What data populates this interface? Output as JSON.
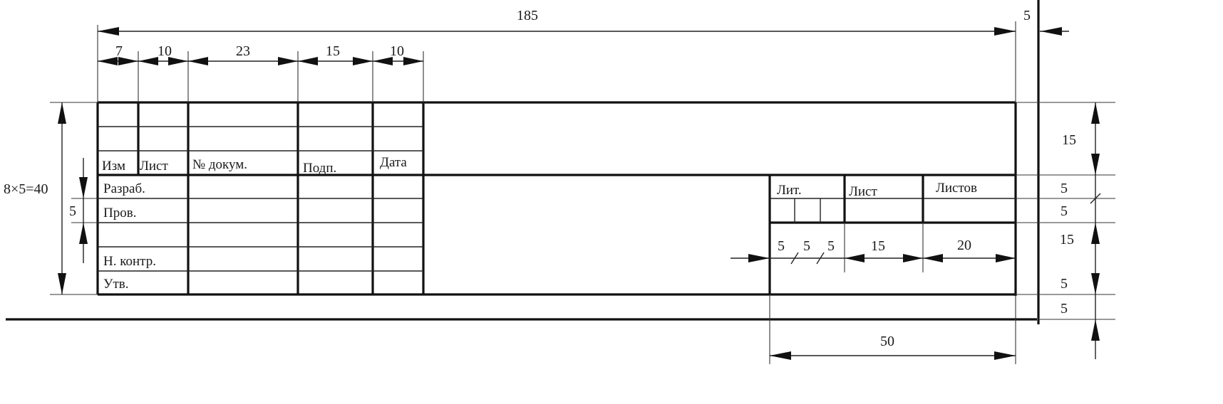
{
  "cells": {
    "izm": "Изм",
    "list": "Лист",
    "doc_no": "№ докум.",
    "podp": "Подп.",
    "data": "Дата",
    "razrab": "Разраб.",
    "prov": "Пров.",
    "n_kontr": "Н. контр.",
    "utv": "Утв.",
    "lit": "Лит.",
    "list2": "Лист",
    "listov": "Листов"
  },
  "dimensions": {
    "total_width": "185",
    "frame_margin": "5",
    "col_izm": "7",
    "col_list": "10",
    "col_doc": "23",
    "col_podp": "15",
    "col_data": "10",
    "total_height": "8×5=40",
    "row_height": "5",
    "right_15_top": "15",
    "right_5_a": "5",
    "right_5_b": "5",
    "right_15_mid": "15",
    "right_5_c": "5",
    "right_5_bottom": "5",
    "lit_5_a": "5",
    "lit_5_b": "5",
    "lit_5_c": "5",
    "list_15": "15",
    "listov_20": "20",
    "block_50": "50"
  }
}
